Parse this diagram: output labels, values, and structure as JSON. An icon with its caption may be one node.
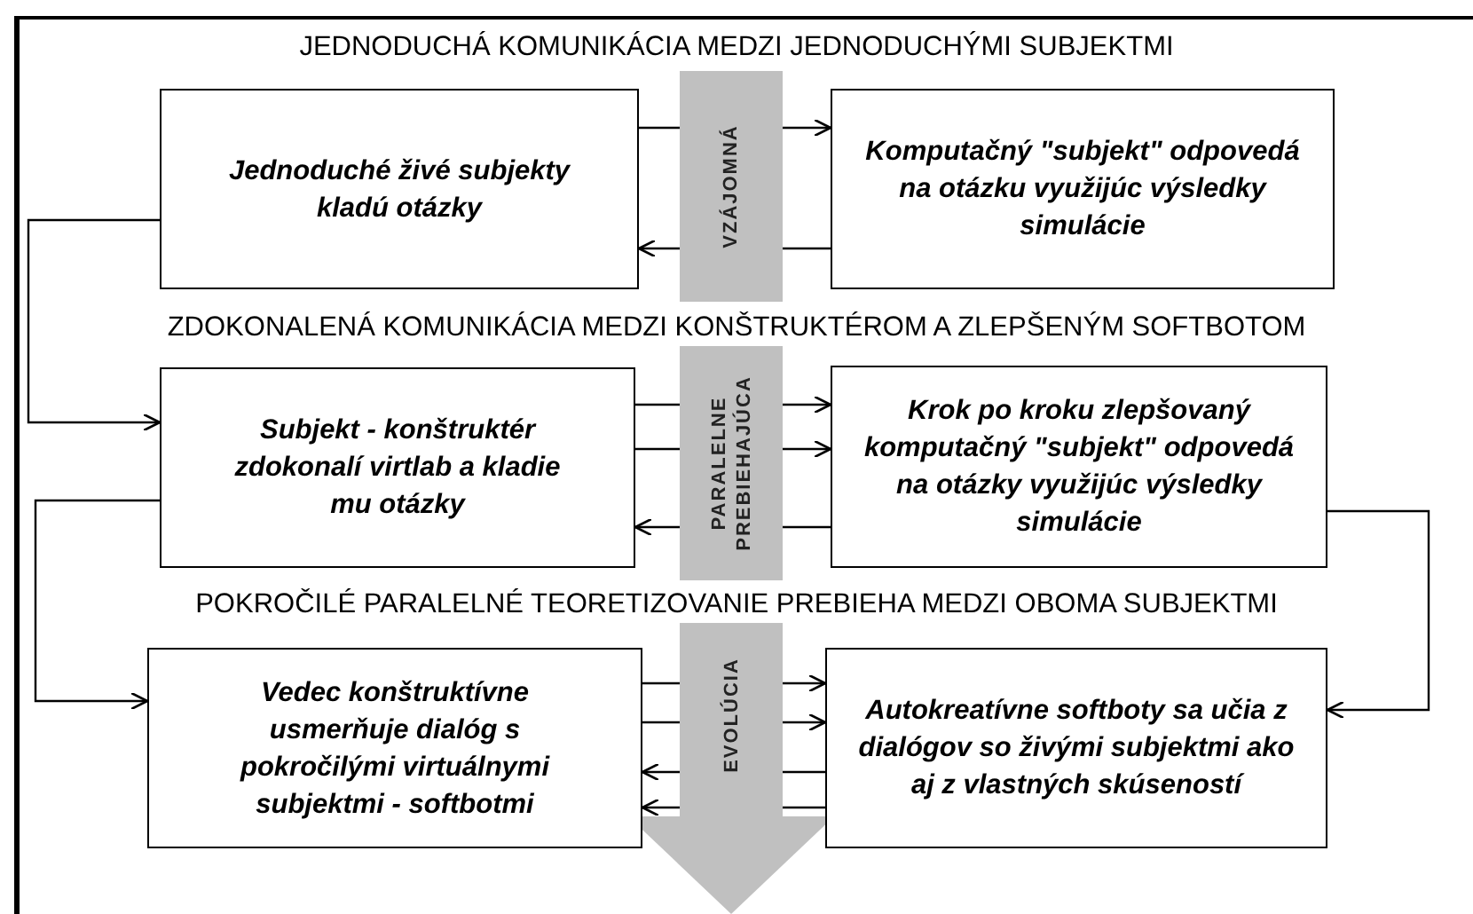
{
  "diagram": {
    "nodes": [
      {
        "text": [
          "Jednoduché živé subjekty kladú otázky"
        ]
      },
      {
        "text": [
          "Komputačný \"subjekt\" odpovedá na otázku využijúc výsledky simulácie"
        ]
      },
      {
        "text": [
          "Subjekt - konštruktér zdokonalí virtlab a kladie mu otázky"
        ]
      },
      {
        "text": [
          "Krok po kroku zlepšovaný komputačný \"subjekt\" odpovedá na otázky využijúc výsledky simulácie"
        ]
      },
      {
        "text": [
          "Vedec konštruktívne usmerňuje dialóg s pokročilými virtuálnymi subjektmi - softbotmi"
        ]
      },
      {
        "text": [
          "Autokreatívne softboty sa učia z dialógov so živými subjektmi ako aj z vlastných skúseností"
        ]
      }
    ],
    "edges": [
      {
        "from": 0,
        "to": 1,
        "arrow": "to"
      },
      {
        "from": 1,
        "to": 0,
        "arrow": "to"
      },
      {
        "from": 2,
        "to": 3,
        "arrow": "to"
      },
      {
        "from": 2,
        "to": 3,
        "arrow": "to"
      },
      {
        "from": 3,
        "to": 2,
        "arrow": "to"
      },
      {
        "from": 4,
        "to": 5,
        "arrow": "to"
      },
      {
        "from": 4,
        "to": 5,
        "arrow": "to"
      },
      {
        "from": 5,
        "to": 4,
        "arrow": "to"
      },
      {
        "from": 5,
        "to": 4,
        "arrow": "to"
      },
      {
        "from": 0,
        "to": 2,
        "arrow": "to"
      },
      {
        "from": 2,
        "to": 4,
        "arrow": "to"
      },
      {
        "from": 3,
        "to": 5,
        "arrow": "to"
      }
    ],
    "labels": [
      "JEDNODUCHÁ KOMUNIKÁCIA MEDZI JEDNODUCHÝMI SUBJEKTMI",
      "VZÁJOMNÁ",
      "ZDOKONALENÁ KOMUNIKÁCIA MEDZI KONŠTRUKTÉROM A ZLEPŠENÝM SOFTBOTOM",
      "PARALELNE PREBIEHAJÚCA",
      "POKROČILÉ PARALELNÉ TEORETIZOVANIE PREBIEHA MEDZI OBOMA SUBJEKTMI",
      "EVOLÚCIA"
    ]
  }
}
